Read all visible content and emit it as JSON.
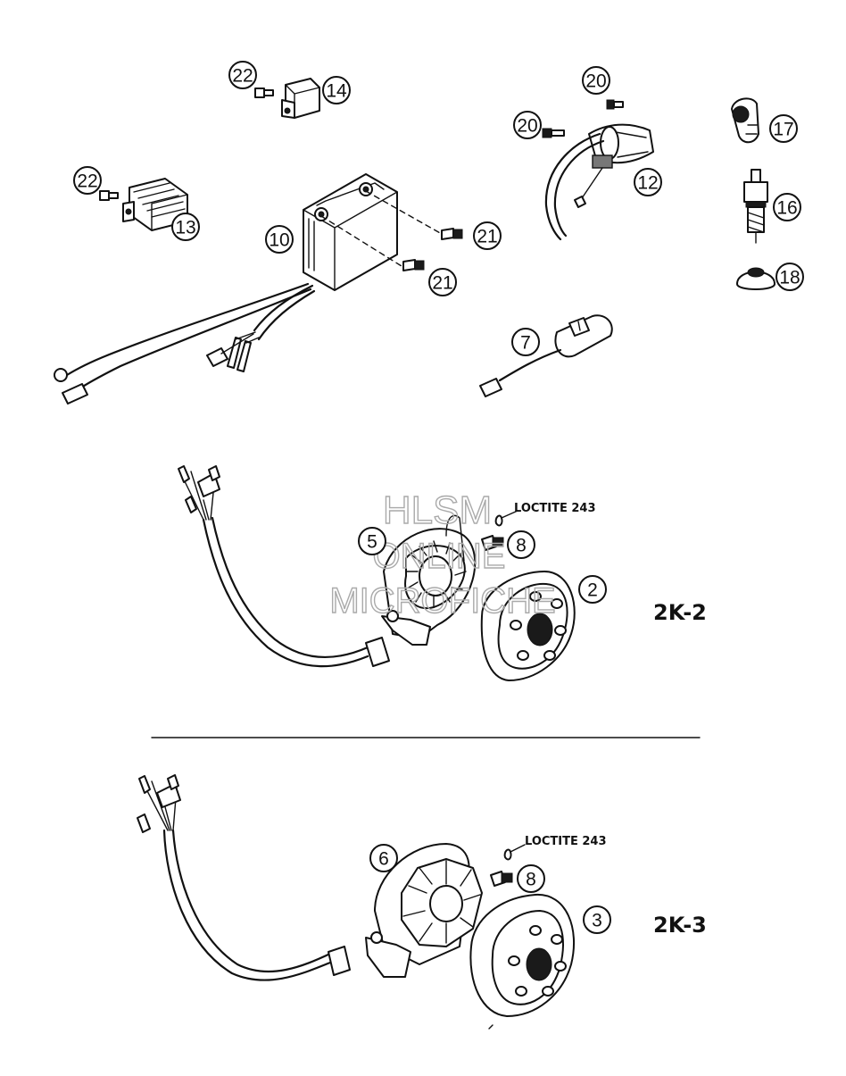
{
  "callouts": {
    "c22a": "22",
    "c14": "14",
    "c22b": "22",
    "c13": "13",
    "c10": "10",
    "c21a": "21",
    "c21b": "21",
    "c20a": "20",
    "c20b": "20",
    "c12": "12",
    "c17": "17",
    "c16": "16",
    "c18": "18",
    "c7": "7",
    "c5": "5",
    "c8a": "8",
    "c2": "2",
    "c6": "6",
    "c8b": "8",
    "c3": "3"
  },
  "notes": {
    "loctite_top": "LOCTITE 243",
    "loctite_bottom": "LOCTITE 243"
  },
  "variants": {
    "top": "2K-2",
    "bottom": "2K-3"
  },
  "watermark": {
    "line1": "HLSM",
    "line2": "ONLINE",
    "line3": "MICROFICHE"
  }
}
